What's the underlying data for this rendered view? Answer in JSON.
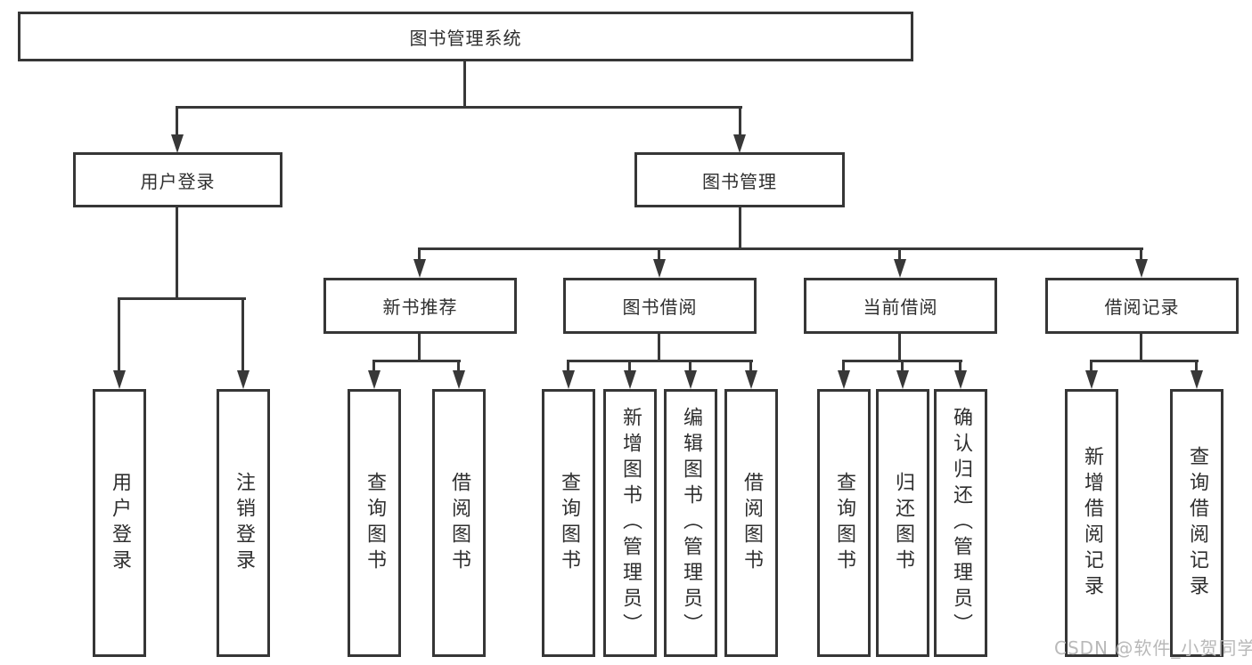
{
  "diagram": {
    "root": {
      "label": "图书管理系统"
    },
    "branches": [
      {
        "label": "用户登录",
        "children": [
          {
            "label": "用户登录"
          },
          {
            "label": "注销登录"
          }
        ]
      },
      {
        "label": "图书管理",
        "sections": [
          {
            "label": "新书推荐",
            "children": [
              {
                "label": "查询图书"
              },
              {
                "label": "借阅图书"
              }
            ]
          },
          {
            "label": "图书借阅",
            "children": [
              {
                "label": "查询图书"
              },
              {
                "label": "新增图书（管理员）"
              },
              {
                "label": "编辑图书（管理员）"
              },
              {
                "label": "借阅图书"
              }
            ]
          },
          {
            "label": "当前借阅",
            "children": [
              {
                "label": "查询图书"
              },
              {
                "label": "归还图书"
              },
              {
                "label": "确认归还（管理员）"
              }
            ]
          },
          {
            "label": "借阅记录",
            "children": [
              {
                "label": "新增借阅记录"
              },
              {
                "label": "查询借阅记录"
              }
            ]
          }
        ]
      }
    ]
  },
  "watermark": {
    "text": "CSDN @软件_小贺同学"
  },
  "colors": {
    "line": "#383838",
    "border": "#363636",
    "text": "#2f2f2f",
    "watermark": "#b9b9b9",
    "background": "#ffffff"
  }
}
